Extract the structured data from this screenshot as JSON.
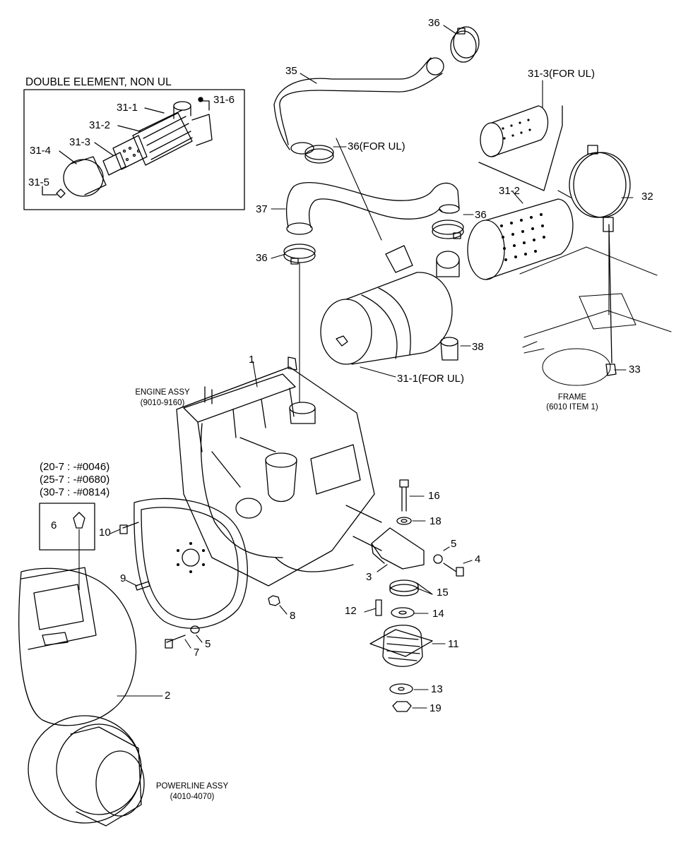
{
  "inset": {
    "title": "DOUBLE ELEMENT, NON UL",
    "labels": {
      "p31_1": "31-1",
      "p31_2": "31-2",
      "p31_3": "31-3",
      "p31_4": "31-4",
      "p31_5": "31-5",
      "p31_6": "31-6"
    }
  },
  "serial_note": {
    "line1": "(20-7 : -#0046)",
    "line2": "(25-7 : -#0680)",
    "line3": "(30-7 : -#0814)",
    "part": "6"
  },
  "captions": {
    "engine_assy": "ENGINE ASSY",
    "engine_ref": "(9010-9160)",
    "frame": "FRAME",
    "frame_ref": "(6010 ITEM 1)",
    "powerline_assy": "POWERLINE ASSY",
    "powerline_ref": "(4010-4070)"
  },
  "callouts": {
    "c1": "1",
    "c2": "2",
    "c3": "3",
    "c4": "4",
    "c5a": "5",
    "c5b": "5",
    "c7": "7",
    "c8": "8",
    "c9": "9",
    "c10": "10",
    "c11": "11",
    "c12": "12",
    "c13": "13",
    "c14": "14",
    "c15": "15",
    "c16": "16",
    "c18": "18",
    "c19": "19",
    "c31_1ul": "31-1(FOR UL)",
    "c31_2": "31-2",
    "c31_3ul": "31-3(FOR UL)",
    "c32": "32",
    "c33": "33",
    "c35": "35",
    "c36top": "36",
    "c36ul": "36(FOR UL)",
    "c36right": "36",
    "c36left": "36",
    "c37": "37",
    "c38": "38"
  }
}
